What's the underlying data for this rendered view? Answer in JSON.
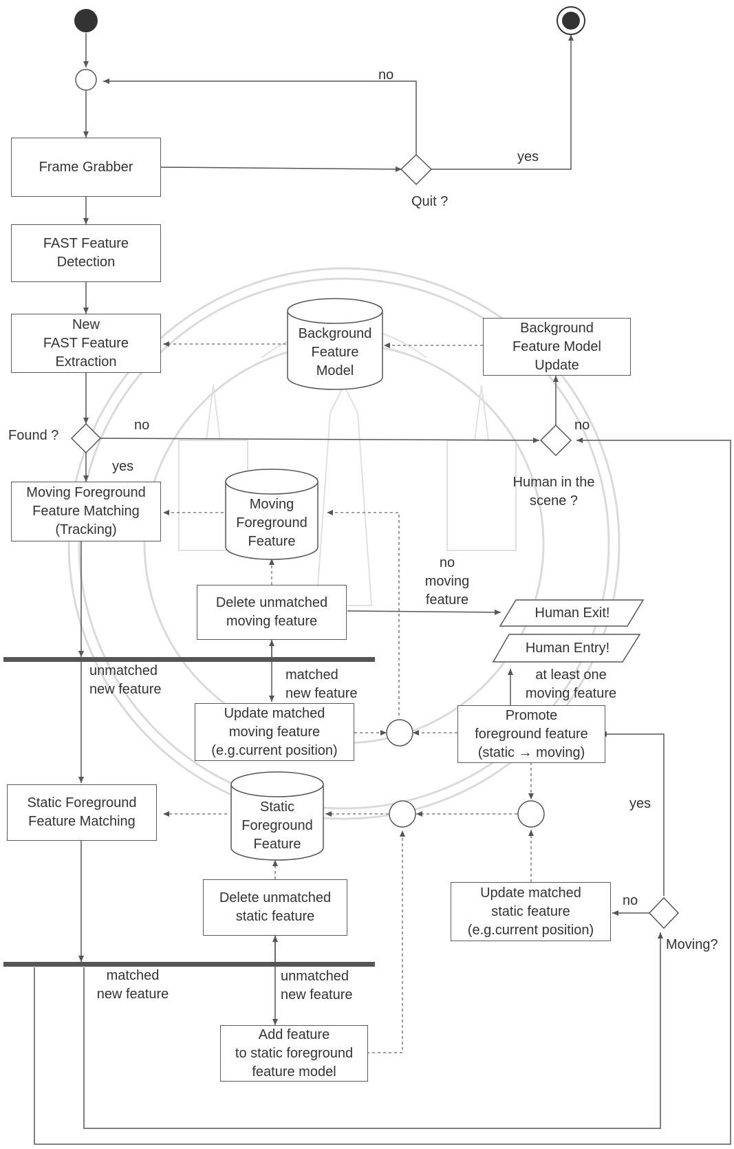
{
  "nodes": {
    "frame_grabber": "Frame Grabber",
    "fast_detection": "FAST Feature\nDetection",
    "new_fast_extraction": "New\nFAST Feature\nExtraction",
    "background_model": "Background\nFeature\nModel",
    "background_update": "Background\nFeature Model\nUpdate",
    "moving_matching": "Moving Foreground\nFeature Matching\n(Tracking)",
    "moving_foreground": "Moving\nForeground\nFeature",
    "delete_moving": "Delete unmatched\nmoving feature",
    "update_moving": "Update matched\nmoving feature\n(e.g.current position)",
    "promote": "Promote\nforeground feature\n(static → moving)",
    "human_exit": "Human Exit!",
    "human_entry": "Human Entry!",
    "static_matching": "Static Foreground\nFeature Matching",
    "static_foreground": "Static\nForeground\nFeature",
    "delete_static": "Delete unmatched\nstatic feature",
    "update_static": "Update matched\nstatic feature\n(e.g.current position)",
    "add_feature": "Add feature\nto static foreground\nfeature model"
  },
  "labels": {
    "no_top": "no",
    "yes_top": "yes",
    "quit": "Quit ?",
    "found": "Found ?",
    "no_found": "no",
    "yes_found": "yes",
    "no_human": "no",
    "human_in_scene": "Human in the\nscene ?",
    "no_moving_feature": "no\nmoving\nfeature",
    "unmatched_new_1": "unmatched\nnew feature",
    "matched_new_1": "matched\nnew feature",
    "at_least_one": "at least one\nmoving feature",
    "yes_moving": "yes",
    "no_moving": "no",
    "moving_q": "Moving?",
    "matched_new_2": "matched\nnew feature",
    "unmatched_new_2": "unmatched\nnew feature"
  },
  "colors": {
    "line": "#555555",
    "bar": "#555555",
    "start_node": "#333333",
    "watermark": "#d6d6d6"
  }
}
